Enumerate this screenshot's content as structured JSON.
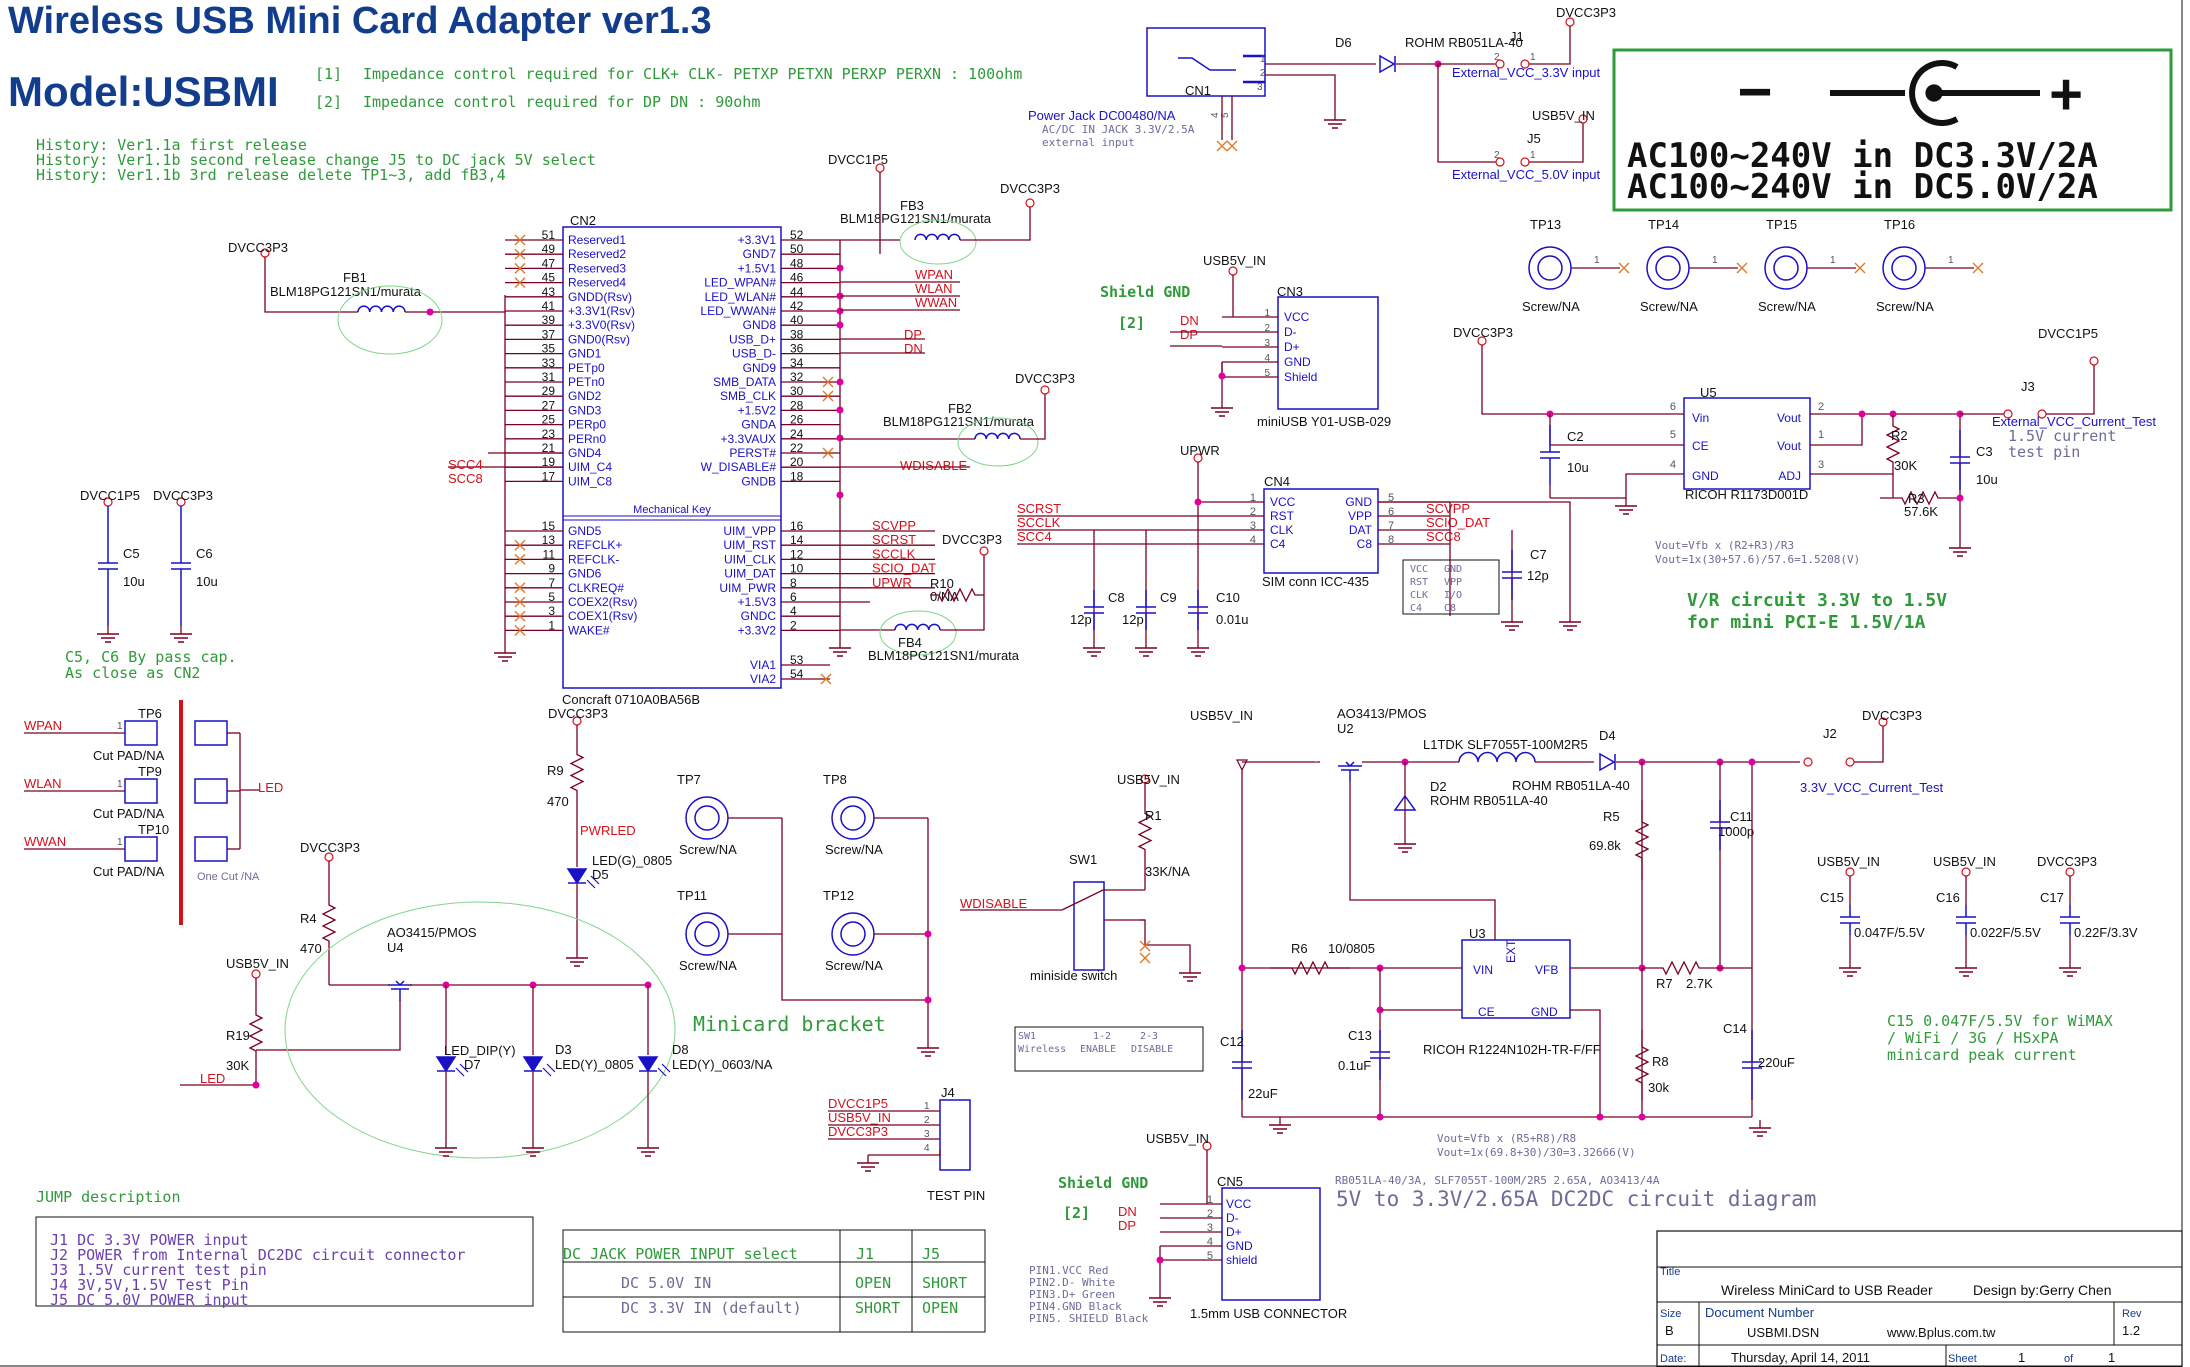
{
  "colors": {
    "wire": "#7b0020",
    "part": "#1a10c8",
    "title": "#123d8c",
    "note": "#2f9a3a",
    "net": "#d4101c",
    "dark": "#111111",
    "junction": "#e000a0",
    "pin": "#555555",
    "hint": "#6c6c9a"
  },
  "header": {
    "title": "Wireless USB Mini Card Adapter ver1.3",
    "model": "Model:USBMI",
    "notes": [
      {
        "tag": "[1]",
        "text": "Impedance control required for CLK+ CLK- PETXP PETXN PERXP PERXN : 100ohm"
      },
      {
        "tag": "[2]",
        "text": "Impedance control required for DP DN : 90ohm"
      }
    ],
    "history": [
      "History: Ver1.1a first release",
      "History: Ver1.1b second release change J5 to DC jack 5V select",
      "History: Ver1.1b 3rd release delete TP1~3, add fB3,4"
    ]
  },
  "power_box": {
    "symbol_minus": "−",
    "symbol_plus": "+",
    "line1": "AC100~240V in DC3.3V/2A",
    "line2": "AC100~240V in DC5.0V/2A"
  },
  "nets": {
    "dvcc3p3": "DVCC3P3",
    "dvcc1p5": "DVCC1P5",
    "usb5v_in": "USB5V_IN",
    "upwr": "UPWR",
    "wpan": "WPAN",
    "wlan": "WLAN",
    "wwan": "WWAN",
    "led": "LED",
    "dp": "DP",
    "dn": "DN",
    "scc4": "SCC4",
    "scc8": "SCC8",
    "scrst": "SCRST",
    "scclk": "SCCLK",
    "scvpp": "SCVPP",
    "scio_dat": "SCIO_DAT",
    "wdisable": "WDISABLE",
    "pwrled": "PWRLED"
  },
  "cn2": {
    "ref": "CN2",
    "part": "Concraft 0710A0BA56B",
    "key": "Mechanical Key",
    "left_pins": [
      {
        "num": "51",
        "name": "Reserved1"
      },
      {
        "num": "49",
        "name": "Reserved2"
      },
      {
        "num": "47",
        "name": "Reserved3"
      },
      {
        "num": "45",
        "name": "Reserved4"
      },
      {
        "num": "43",
        "name": "GNDD(Rsv)"
      },
      {
        "num": "41",
        "name": "+3.3V1(Rsv)"
      },
      {
        "num": "39",
        "name": "+3.3V0(Rsv)"
      },
      {
        "num": "37",
        "name": "GND0(Rsv)"
      },
      {
        "num": "35",
        "name": "GND1"
      },
      {
        "num": "33",
        "name": "PETp0"
      },
      {
        "num": "31",
        "name": "PETn0"
      },
      {
        "num": "29",
        "name": "GND2"
      },
      {
        "num": "27",
        "name": "GND3"
      },
      {
        "num": "25",
        "name": "PERp0"
      },
      {
        "num": "23",
        "name": "PERn0"
      },
      {
        "num": "21",
        "name": "GND4"
      },
      {
        "num": "19",
        "name": "UIM_C4"
      },
      {
        "num": "17",
        "name": "UIM_C8"
      }
    ],
    "left_pins_lower": [
      {
        "num": "15",
        "name": "GND5"
      },
      {
        "num": "13",
        "name": "REFCLK+"
      },
      {
        "num": "11",
        "name": "REFCLK-"
      },
      {
        "num": "9",
        "name": "GND6"
      },
      {
        "num": "7",
        "name": "CLKREQ#"
      },
      {
        "num": "5",
        "name": "COEX2(Rsv)"
      },
      {
        "num": "3",
        "name": "COEX1(Rsv)"
      },
      {
        "num": "1",
        "name": "WAKE#"
      }
    ],
    "right_pins": [
      {
        "num": "52",
        "name": "+3.3V1"
      },
      {
        "num": "50",
        "name": "GND7"
      },
      {
        "num": "48",
        "name": "+1.5V1"
      },
      {
        "num": "46",
        "name": "LED_WPAN#"
      },
      {
        "num": "44",
        "name": "LED_WLAN#"
      },
      {
        "num": "42",
        "name": "LED_WWAN#"
      },
      {
        "num": "40",
        "name": "GND8"
      },
      {
        "num": "38",
        "name": "USB_D+"
      },
      {
        "num": "36",
        "name": "USB_D-"
      },
      {
        "num": "34",
        "name": "GND9"
      },
      {
        "num": "32",
        "name": "SMB_DATA"
      },
      {
        "num": "30",
        "name": "SMB_CLK"
      },
      {
        "num": "28",
        "name": "+1.5V2"
      },
      {
        "num": "26",
        "name": "GNDA"
      },
      {
        "num": "24",
        "name": "+3.3VAUX"
      },
      {
        "num": "22",
        "name": "PERST#"
      },
      {
        "num": "20",
        "name": "W_DISABLE#"
      },
      {
        "num": "18",
        "name": "GNDB"
      }
    ],
    "right_pins_lower": [
      {
        "num": "16",
        "name": "UIM_VPP"
      },
      {
        "num": "14",
        "name": "UIM_RST"
      },
      {
        "num": "12",
        "name": "UIM_CLK"
      },
      {
        "num": "10",
        "name": "UIM_DAT"
      },
      {
        "num": "8",
        "name": "UIM_PWR"
      },
      {
        "num": "6",
        "name": "+1.5V3"
      },
      {
        "num": "4",
        "name": "GNDC"
      },
      {
        "num": "2",
        "name": "+3.3V2"
      }
    ],
    "via": [
      {
        "num": "53",
        "name": "VIA1"
      },
      {
        "num": "54",
        "name": "VIA2"
      }
    ]
  },
  "ferrites": {
    "fb1": {
      "ref": "FB1",
      "part": "BLM18PG121SN1/murata"
    },
    "fb2": {
      "ref": "FB2",
      "part": "BLM18PG121SN1/murata"
    },
    "fb3": {
      "ref": "FB3",
      "part": "BLM18PG121SN1/murata"
    },
    "fb4": {
      "ref": "FB4",
      "part": "BLM18PG121SN1/murata"
    }
  },
  "power_jack": {
    "ref": "CN1",
    "part": "Power Jack DC00480/NA",
    "note1": "AC/DC IN JACK 3.3V/2.5A",
    "note2": "external input",
    "pins": [
      "1",
      "2",
      "3",
      "4",
      "5"
    ]
  },
  "d6": {
    "ref": "D6",
    "part": "ROHM RB051LA-40"
  },
  "j1": {
    "ref": "J1",
    "label": "External_VCC_3.3V input",
    "pin1": "1",
    "pin2": "2"
  },
  "j5": {
    "ref": "J5",
    "label": "External_VCC_5.0V input",
    "pin1": "1",
    "pin2": "2"
  },
  "test_points_top": [
    {
      "ref": "TP13",
      "part": "Screw/NA"
    },
    {
      "ref": "TP14",
      "part": "Screw/NA"
    },
    {
      "ref": "TP15",
      "part": "Screw/NA"
    },
    {
      "ref": "TP16",
      "part": "Screw/NA"
    }
  ],
  "cn3": {
    "ref": "CN3",
    "part": "miniUSB Y01-USB-029",
    "shield_gnd": "Shield GND",
    "tag": "[2]",
    "pins": [
      {
        "num": "1",
        "name": "VCC"
      },
      {
        "num": "2",
        "name": "D-"
      },
      {
        "num": "3",
        "name": "D+"
      },
      {
        "num": "4",
        "name": "GND"
      },
      {
        "num": "5",
        "name": "Shield"
      }
    ]
  },
  "u5": {
    "ref": "U5",
    "part": "RICOH R1173D001D",
    "pins": [
      {
        "num": "6",
        "name": "Vin"
      },
      {
        "num": "5",
        "name": "CE"
      },
      {
        "num": "4",
        "name": "GND"
      },
      {
        "num": "2",
        "name": "Vout"
      },
      {
        "num": "1",
        "name": "Vout"
      },
      {
        "num": "3",
        "name": "ADJ"
      }
    ],
    "c2": {
      "ref": "C2",
      "value": "10u"
    },
    "c3": {
      "ref": "C3",
      "value": "10u"
    },
    "r2": {
      "ref": "R2",
      "value": "30K"
    },
    "r3": {
      "ref": "R3",
      "value": "57.6K"
    },
    "j3": {
      "ref": "J3",
      "label": "External_VCC_Current_Test",
      "note1": "1.5V current",
      "note2": "test pin"
    },
    "formula1": "Vout=Vfb x (R2+R3)/R3",
    "formula2": "Vout=1x(30+57.6)/57.6=1.5208(V)",
    "title1": "V/R circuit 3.3V to 1.5V",
    "title2": "for mini PCI-E 1.5V/1A"
  },
  "cn4": {
    "ref": "CN4",
    "part": "SIM conn ICC-435",
    "left_pins": [
      {
        "num": "1",
        "name": "VCC"
      },
      {
        "num": "2",
        "name": "RST"
      },
      {
        "num": "3",
        "name": "CLK"
      },
      {
        "num": "4",
        "name": "C4"
      }
    ],
    "right_pins": [
      {
        "num": "5",
        "name": "GND"
      },
      {
        "num": "6",
        "name": "VPP"
      },
      {
        "num": "7",
        "name": "DAT"
      },
      {
        "num": "8",
        "name": "C8"
      }
    ],
    "table": [
      [
        "VCC",
        "GND"
      ],
      [
        "RST",
        "VPP"
      ],
      [
        "CLK",
        "I/O"
      ],
      [
        "C4",
        "C8"
      ]
    ],
    "c7": {
      "ref": "C7",
      "value": "12p"
    },
    "c8": {
      "ref": "C8",
      "value": "12p"
    },
    "c9": {
      "ref": "C9",
      "value": "12p"
    },
    "c10": {
      "ref": "C10",
      "value": "0.01u"
    }
  },
  "r10": {
    "ref": "R10",
    "value": "0/NA"
  },
  "bypass": {
    "c5": {
      "ref": "C5",
      "value": "10u"
    },
    "c6": {
      "ref": "C6",
      "value": "10u"
    },
    "note1": "C5, C6 By pass cap.",
    "note2": "As close as CN2"
  },
  "leds_pads": {
    "tp6": {
      "ref": "TP6",
      "part": "Cut PAD/NA"
    },
    "tp9": {
      "ref": "TP9",
      "part": "Cut PAD/NA"
    },
    "tp10": {
      "ref": "TP10",
      "part": "Cut PAD/NA"
    },
    "one_cut": "One Cut /NA"
  },
  "r9": {
    "ref": "R9",
    "value": "470"
  },
  "d5": {
    "ref": "D5",
    "part": "LED(G)_0805"
  },
  "r4": {
    "ref": "R4",
    "value": "470"
  },
  "u4": {
    "ref": "U4",
    "part": "AO3415/PMOS"
  },
  "r19": {
    "ref": "R19",
    "value": "30K"
  },
  "d7": {
    "ref": "D7",
    "part": "LED_DIP(Y)"
  },
  "d3": {
    "ref": "D3",
    "part": "LED(Y)_0805"
  },
  "d8": {
    "ref": "D8",
    "part": "LED(Y)_0603/NA"
  },
  "screws": [
    {
      "ref": "TP7",
      "part": "Screw/NA"
    },
    {
      "ref": "TP8",
      "part": "Screw/NA"
    },
    {
      "ref": "TP11",
      "part": "Screw/NA"
    },
    {
      "ref": "TP12",
      "part": "Screw/NA"
    }
  ],
  "bracket": "Minicard bracket",
  "sw1": {
    "ref": "SW1",
    "part": "miniside switch",
    "r1": "R1",
    "r1_value": "33K/NA",
    "table_head": [
      "SW1",
      "1-2",
      "2-3"
    ],
    "table_row": [
      "Wireless",
      "ENABLE",
      "DISABLE"
    ]
  },
  "j4": {
    "ref": "J4",
    "part": "TEST PIN",
    "pins": [
      "1",
      "2",
      "3",
      "4"
    ]
  },
  "dc2dc": {
    "u2": {
      "ref": "U2",
      "part": "AO3413/PMOS"
    },
    "l1": "L1TDK SLF7055T-100M2R5",
    "d4": {
      "ref": "D4",
      "part": "ROHM RB051LA-40"
    },
    "d2": {
      "ref": "D2",
      "part": "ROHM RB051LA-40"
    },
    "j2": {
      "ref": "J2",
      "label": "3.3V_VCC_Current_Test"
    },
    "r5": {
      "ref": "R5",
      "value": "69.8k"
    },
    "c11": {
      "ref": "C11",
      "value": "1000p"
    },
    "r6": {
      "ref": "R6",
      "value": "10/0805"
    },
    "u3": {
      "ref": "U3",
      "part": "RICOH R1224N102H-TR-F/FF",
      "pins": [
        "VIN",
        "VFB",
        "CE",
        "GND",
        "EXT"
      ]
    },
    "r7": {
      "ref": "R7",
      "value": "2.7K"
    },
    "r8": {
      "ref": "R8",
      "value": "30k"
    },
    "c12": {
      "ref": "C12",
      "value": "22uF"
    },
    "c13": {
      "ref": "C13",
      "value": "0.1uF"
    },
    "c14": {
      "ref": "C14",
      "value": "220uF"
    },
    "formula1": "Vout=Vfb x (R5+R8)/R8",
    "formula2": "Vout=1x(69.8+30)/30=3.32666(V)",
    "parts_note": "RB051LA-40/3A,  SLF7055T-100M/2R5 2.65A,  AO3413/4A",
    "title": "5V to 3.3V/2.65A DC2DC circuit diagram"
  },
  "peak_caps": {
    "c15": {
      "ref": "C15",
      "value": "0.047F/5.5V"
    },
    "c16": {
      "ref": "C16",
      "value": "0.022F/5.5V"
    },
    "c17": {
      "ref": "C17",
      "value": "0.22F/3.3V"
    },
    "note1": "C15 0.047F/5.5V for  WiMAX",
    "note2": "/ WiFi / 3G / HSxPA",
    "note3": "minicard peak current"
  },
  "cn5": {
    "ref": "CN5",
    "part": "1.5mm USB CONNECTOR",
    "shield_gnd": "Shield GND",
    "tag": "[2]",
    "pins": [
      {
        "num": "1",
        "name": "VCC"
      },
      {
        "num": "2",
        "name": "D-"
      },
      {
        "num": "3",
        "name": "D+"
      },
      {
        "num": "4",
        "name": "GND"
      },
      {
        "num": "5",
        "name": "shield"
      }
    ],
    "pin_colors": [
      "PIN1.VCC Red",
      "PIN2.D-  White",
      "PIN3.D+  Green",
      "PIN4.GND Black",
      "PIN5. SHIELD Black"
    ]
  },
  "jump": {
    "title": "JUMP description",
    "lines": [
      "J1 DC 3.3V POWER input",
      "J2 POWER from Internal DC2DC circuit connector",
      "J3 1.5V current test pin",
      "J4 3V,5V,1.5V Test Pin",
      "J5 DC 5.0V POWER input"
    ]
  },
  "dc_select": {
    "head": [
      "DC JACK POWER INPUT select",
      "J1",
      "J5"
    ],
    "rows": [
      [
        "DC 5.0V IN",
        "OPEN",
        "SHORT"
      ],
      [
        "DC 3.3V IN (default)",
        "SHORT",
        "OPEN"
      ]
    ]
  },
  "title_block": {
    "title_label": "Title",
    "title": "Wireless MiniCard to USB Reader",
    "design": "Design by:Gerry Chen",
    "size_label": "Size",
    "size": "B",
    "doc_label": "Document Number",
    "doc": "USBMI.DSN",
    "web": "www.Bplus.com.tw",
    "rev_label": "Rev",
    "rev": "1.2",
    "date_label": "Date:",
    "date": "Thursday, April 14, 2011",
    "sheet_label": "Sheet",
    "sheet": "1",
    "of_label": "of",
    "of": "1"
  }
}
